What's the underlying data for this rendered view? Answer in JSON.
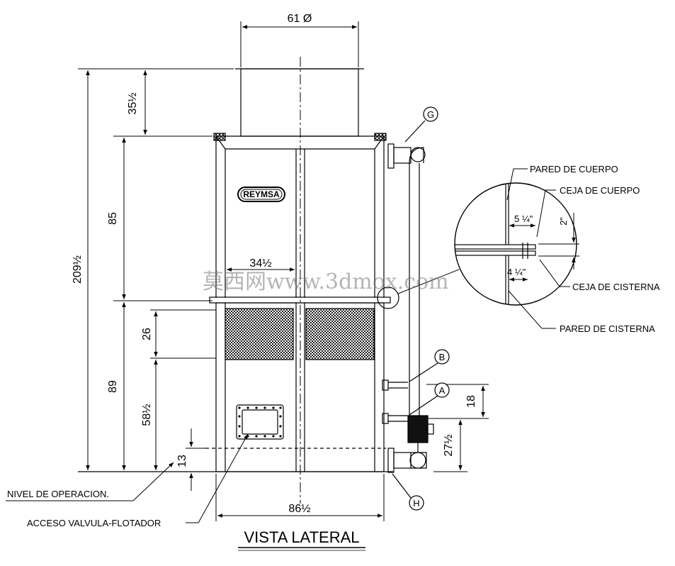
{
  "dimensions": {
    "top_diameter": "61 Ø",
    "stack_height": "35½",
    "upper_body": "85",
    "total_height": "209½",
    "lower_body": "89",
    "louver": "26",
    "access_height": "58½",
    "operating_level": "13",
    "mid_width": "34½",
    "base_width": "86½",
    "pipe_spacing": "18",
    "outlet_height": "27½"
  },
  "detail": {
    "body_wall": "PARED DE CUERPO",
    "body_flange": "CEJA DE CUERPO",
    "tank_flange": "CEJA DE CISTERNA",
    "tank_wall": "PARED DE CISTERNA",
    "dim_upper": "5 ¼\"",
    "dim_lower": "4 ¼\"",
    "dim_gap": "2\""
  },
  "callouts": {
    "operating_level": "NIVEL DE OPERACION.",
    "access_valve": "ACCESO VALVULA-FLOTADOR"
  },
  "balloons": {
    "g": "G",
    "b": "B",
    "a": "A",
    "h": "H"
  },
  "brand": "REYMSA",
  "title": "VISTA LATERAL",
  "watermark": "莫西网www.3dmox.com"
}
